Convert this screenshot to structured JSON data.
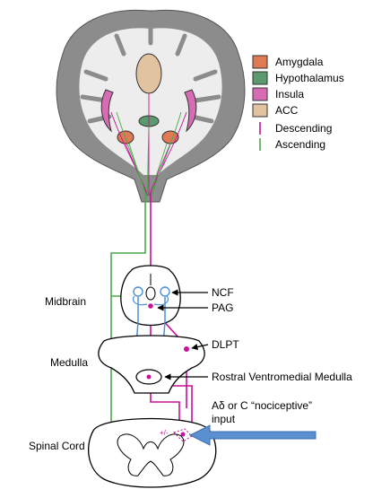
{
  "legend": {
    "items": [
      {
        "label": "Amygdala",
        "color": "#e07a55",
        "kind": "swatch"
      },
      {
        "label": "Hypothalamus",
        "color": "#5a9a6e",
        "kind": "swatch"
      },
      {
        "label": "Insula",
        "color": "#d86cb4",
        "kind": "swatch"
      },
      {
        "label": "ACC",
        "color": "#e2c3a0",
        "kind": "swatch"
      },
      {
        "label": "Descending",
        "color": "#c8109a",
        "kind": "line"
      },
      {
        "label": "Ascending",
        "color": "#4aa94a",
        "kind": "line"
      }
    ]
  },
  "levels": {
    "midbrain": "Midbrain",
    "medulla": "Medulla",
    "spinal_cord": "Spinal Cord"
  },
  "structures": {
    "ncf": "NCF",
    "pag": "PAG",
    "dlpt": "DLPT",
    "rvm": "Rostral Ventromedial Medulla"
  },
  "input": {
    "line1": "Aδ or C “nociceptive”",
    "line2": "input",
    "sign": "+/-"
  },
  "colors": {
    "descending": "#c8109a",
    "ascending": "#4aa94a",
    "blue_path": "#4a90d9",
    "input_arrow": "#5a8fd0",
    "brain_gray": "#8c8c8c",
    "white_matter": "#f2f2f2"
  }
}
